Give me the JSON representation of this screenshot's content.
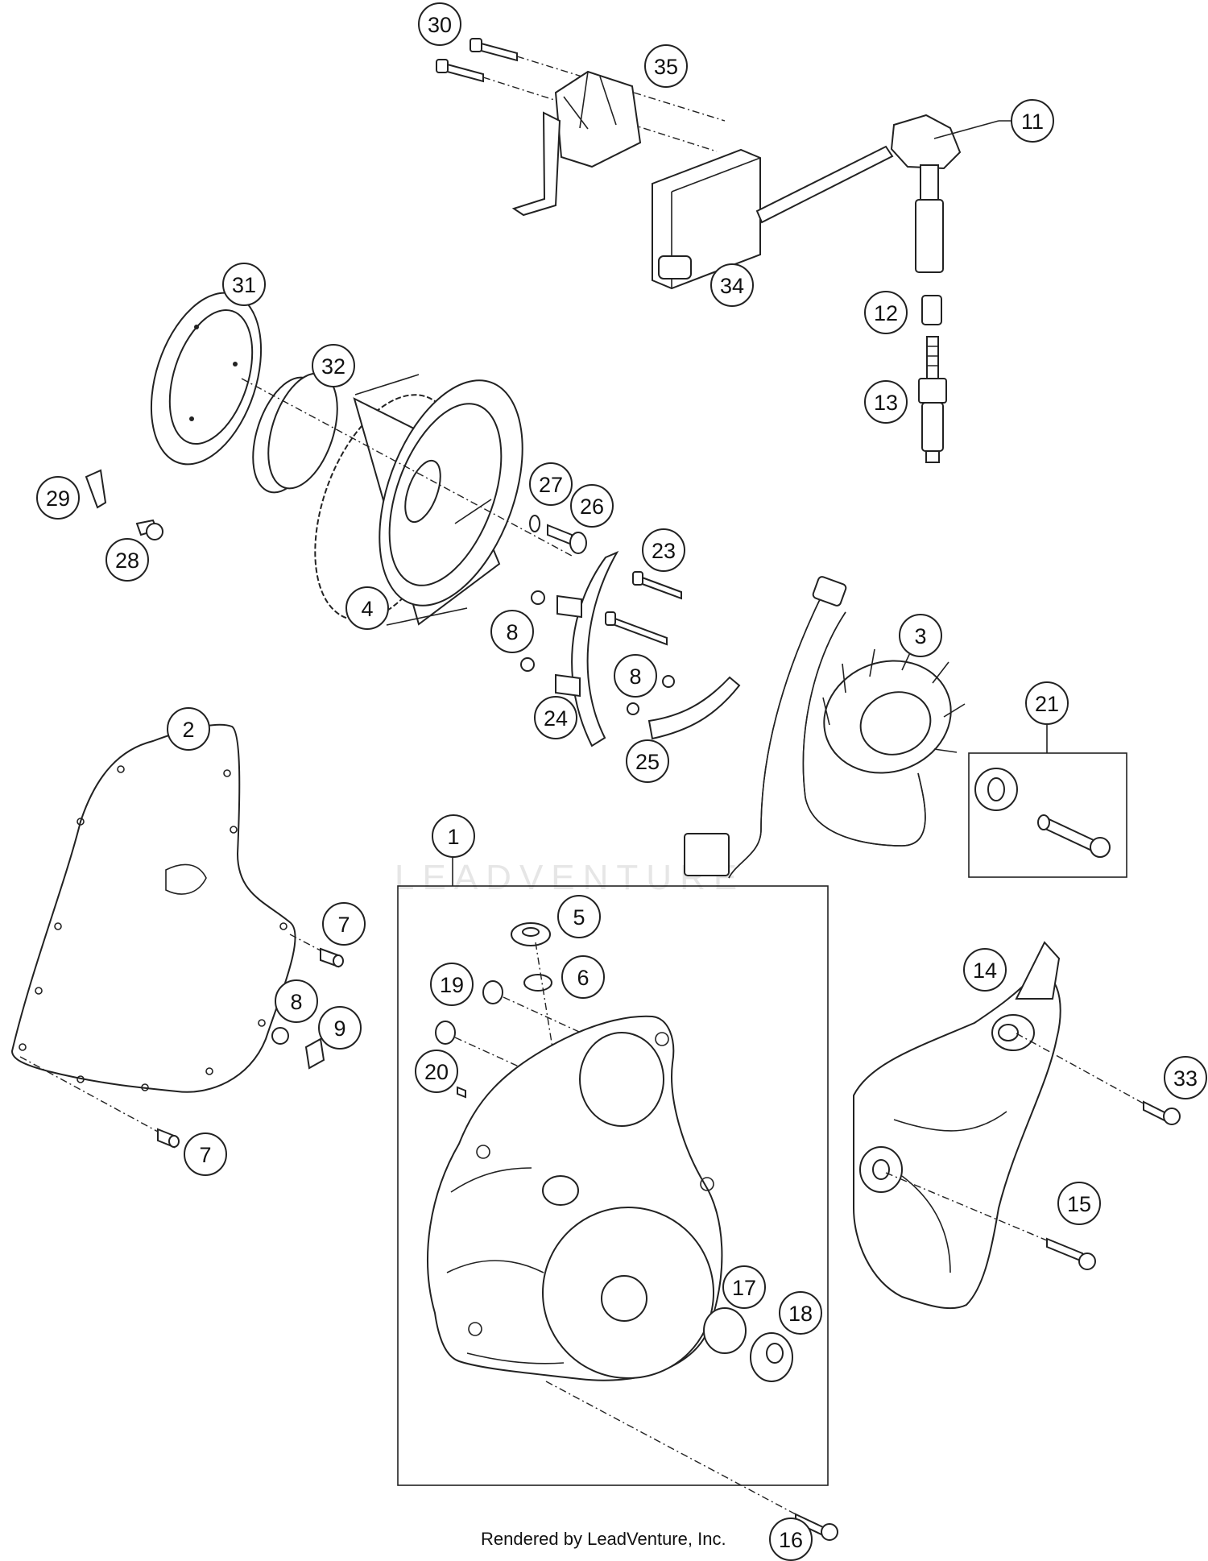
{
  "watermark_text": "LEADVENTURE",
  "footer_text": "Rendered by LeadVenture, Inc.",
  "callouts": [
    "30",
    "35",
    "11",
    "34",
    "31",
    "32",
    "12",
    "13",
    "29",
    "27",
    "26",
    "28",
    "23",
    "4",
    "8",
    "3",
    "8",
    "24",
    "21",
    "25",
    "2",
    "1",
    "7",
    "5",
    "6",
    "19",
    "8",
    "9",
    "14",
    "20",
    "33",
    "7",
    "15",
    "17",
    "18",
    "16"
  ]
}
